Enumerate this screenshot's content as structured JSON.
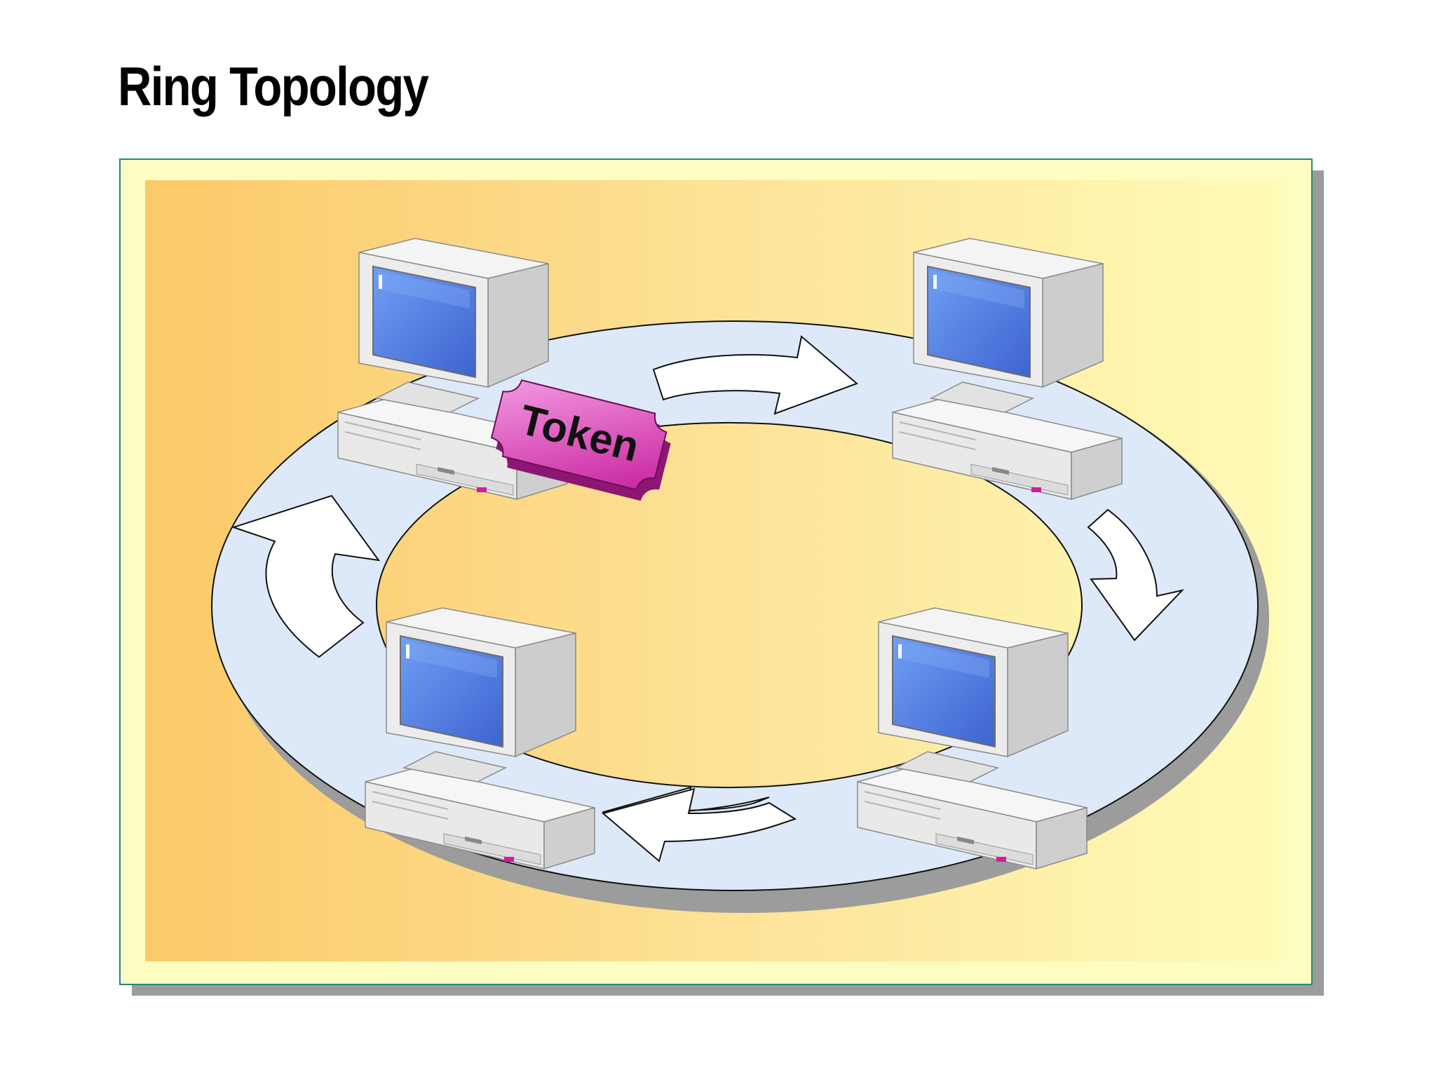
{
  "slide": {
    "title": "Ring Topology"
  },
  "diagram": {
    "type": "ring-topology",
    "token_label": "Token",
    "nodes": [
      {
        "name": "computer-top-left",
        "icon": "desktop-computer-icon"
      },
      {
        "name": "computer-top-right",
        "icon": "desktop-computer-icon"
      },
      {
        "name": "computer-bottom-right",
        "icon": "desktop-computer-icon"
      },
      {
        "name": "computer-bottom-left",
        "icon": "desktop-computer-icon"
      }
    ],
    "flow_direction": "clockwise",
    "colors": {
      "panel_left": "#fbc968",
      "panel_right": "#fefbb7",
      "ring_fill": "#dde9f8",
      "screen": "#4f7ee6",
      "token": "#d63db3",
      "frame_border": "#1e8c78",
      "shadow": "#9c9c9c"
    }
  }
}
